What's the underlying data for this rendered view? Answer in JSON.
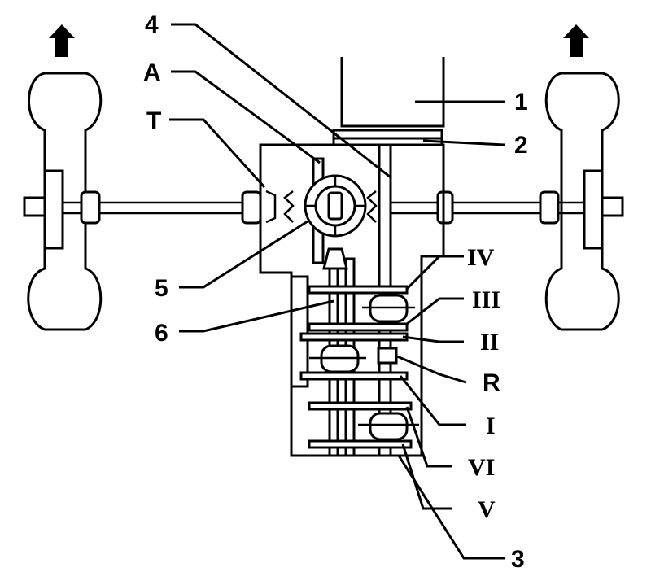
{
  "labels": {
    "one": "1",
    "two": "2",
    "three": "3",
    "four": "4",
    "five": "5",
    "six": "6",
    "A": "A",
    "T": "T",
    "IV": "IV",
    "III": "III",
    "II": "II",
    "R": "R",
    "I": "I",
    "VI": "VI",
    "V": "V"
  },
  "colors": {
    "ink": "#000000",
    "paper": "#ffffff"
  },
  "icons": {
    "direction": "arrow-up-icon"
  }
}
